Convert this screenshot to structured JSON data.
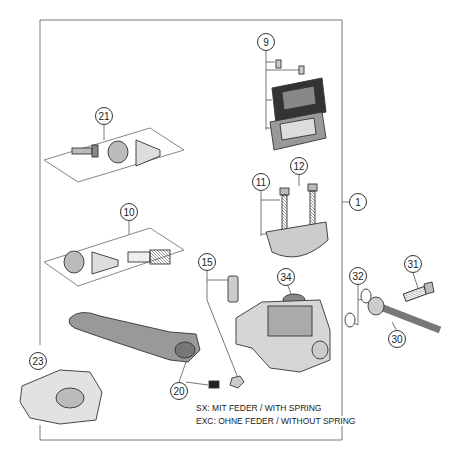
{
  "diagram": {
    "nodes": [
      {
        "text": [
          "9"
        ]
      },
      {
        "text": [
          "21"
        ]
      },
      {
        "text": [
          "12"
        ]
      },
      {
        "text": [
          "11"
        ]
      },
      {
        "text": [
          "1"
        ]
      },
      {
        "text": [
          "10"
        ]
      },
      {
        "text": [
          "15"
        ]
      },
      {
        "text": [
          "34"
        ]
      },
      {
        "text": [
          "32"
        ]
      },
      {
        "text": [
          "31"
        ]
      },
      {
        "text": [
          "30"
        ]
      },
      {
        "text": [
          "23"
        ]
      },
      {
        "text": [
          "20"
        ]
      }
    ],
    "labels": [
      "SX: MIT FEDER / WITH SPRING",
      "EXC: OHNE FEDER / WITHOUT SPRING"
    ]
  }
}
